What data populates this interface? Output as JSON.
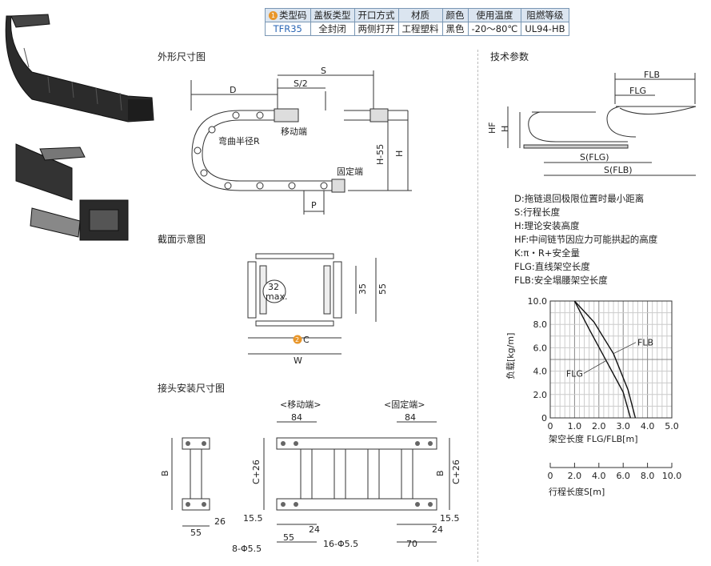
{
  "spec_table": {
    "headers": [
      "类型码",
      "盖板类型",
      "开口方式",
      "材质",
      "颜色",
      "使用温度",
      "阻燃等级"
    ],
    "header_badge": "1",
    "row": [
      "TFR35",
      "全封闭",
      "两侧打开",
      "工程塑料",
      "黑色",
      "-20～80℃",
      "UL94-HB"
    ]
  },
  "sections": {
    "outer": "外形尺寸图",
    "section": "截面示意图",
    "joint": "接头安装尺寸图",
    "tech": "技术参数"
  },
  "outer_diagram": {
    "S": "S",
    "S2": "S/2",
    "D": "D",
    "H": "H",
    "H55": "H-55",
    "P": "P",
    "bend": "弯曲半径R",
    "moving": "移动端",
    "fixed": "固定端"
  },
  "section_diagram": {
    "circle": "32",
    "circle2": "max.",
    "d35": "35",
    "d55": "55",
    "badge": "2",
    "c": "C",
    "w": "W"
  },
  "joint_diagram": {
    "moving_end": "<移动端>",
    "fixed_end": "<固定端>",
    "d84a": "84",
    "d84b": "84",
    "b1": "B",
    "b2": "B",
    "c26a": "C+26",
    "c26b": "C+26",
    "d55a": "55",
    "d26": "26",
    "d8": "8-Φ5.5",
    "d155a": "15.5",
    "d155b": "15.5",
    "d55b": "55",
    "d24a": "24",
    "d16": "16-Φ5.5",
    "d24b": "24",
    "d70": "70"
  },
  "tech_diagram": {
    "FLB": "FLB",
    "FLG": "FLG",
    "HF": "HF",
    "H": "H",
    "SFLG": "S(FLG)",
    "SFLB": "S(FLB)"
  },
  "legend": [
    "D:拖链退回极限位置时最小距离",
    "S:行程长度",
    "H:理论安装高度",
    "HF:中间链节因应力可能拱起的高度",
    "K:π・R+安全量",
    "FLG:直线架空长度",
    "FLB:安全塌腰架空长度"
  ],
  "chart_data": {
    "type": "line",
    "ylabel": "负载[kg/m]",
    "xlabel": "架空长度 FLG/FLB[m]",
    "x2label": "行程长度S[m]",
    "xlim": [
      0,
      5.0
    ],
    "ylim": [
      0,
      10.0
    ],
    "xticks": [
      "0",
      "1.0",
      "2.0",
      "3.0",
      "4.0",
      "5.0"
    ],
    "yticks": [
      "0",
      "2.0",
      "4.0",
      "6.0",
      "8.0",
      "10.0"
    ],
    "x2ticks": [
      "0",
      "2.0",
      "4.0",
      "6.0",
      "8.0",
      "10.0"
    ],
    "grid": true,
    "series": [
      {
        "name": "FLG",
        "x": [
          1.0,
          1.6,
          2.3,
          3.0,
          3.3
        ],
        "y": [
          10.0,
          7.6,
          4.9,
          2.2,
          0
        ]
      },
      {
        "name": "FLB",
        "x": [
          1.0,
          1.8,
          2.6,
          3.2,
          3.5
        ],
        "y": [
          10.0,
          8.2,
          5.5,
          2.4,
          0
        ]
      }
    ]
  }
}
